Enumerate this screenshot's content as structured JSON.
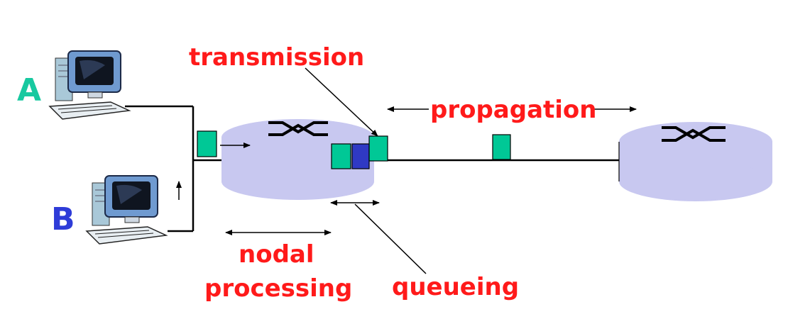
{
  "labels": {
    "host_a": "A",
    "host_b": "B",
    "transmission": "transmission",
    "propagation": "propagation",
    "nodal": "nodal",
    "processing": "processing",
    "queueing": "queueing"
  },
  "colors": {
    "label_red": "#ff1a1a",
    "host_a": "#18c9a0",
    "host_b": "#2e3cd8",
    "packet": "#00c896",
    "queued_packet": "#2f39c4",
    "router_fill": "#c8c8f0",
    "link": "#000000"
  },
  "icons": [
    "computer-icon",
    "router-icon",
    "packet-icon",
    "arrow-icon"
  ]
}
